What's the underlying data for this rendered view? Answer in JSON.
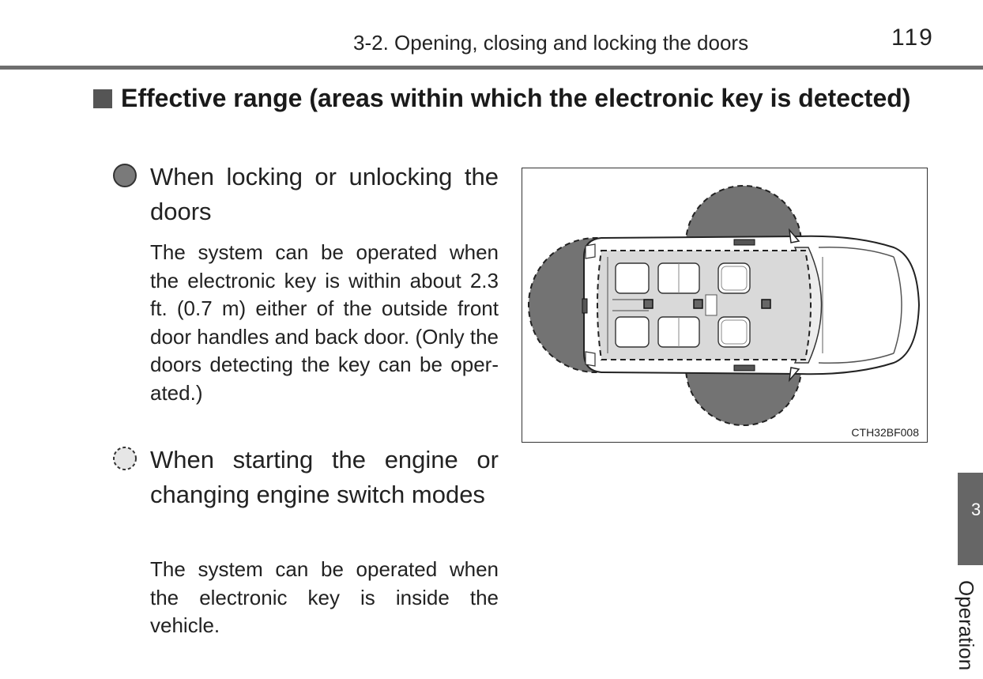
{
  "header": {
    "title": "3-2. Opening, closing and locking the doors",
    "page_number": "119"
  },
  "section": {
    "heading": "Effective range (areas within which the electronic key is detected)"
  },
  "items": [
    {
      "legend": "solid-gray-circle-icon",
      "title": "When locking or unlocking the doors",
      "body": "The system can be operated when the electronic key is within about 2.3 ft. (0.7 m) either of the outside front door handles and back door. (Only the doors detecting the key can be oper-ated.)"
    },
    {
      "legend": "dashed-light-circle-icon",
      "title": "When starting the engine or changing engine switch modes",
      "body": "The system can be operated when the electronic key is inside the vehicle."
    }
  ],
  "figure": {
    "id": "CTH32BF008"
  },
  "side_tab": {
    "number": "3",
    "label": "Operation"
  },
  "colors": {
    "range_fill": "#737373",
    "interior_fill": "#d9d9d9",
    "tab": "#666666",
    "rule": "#6e6e6e"
  }
}
